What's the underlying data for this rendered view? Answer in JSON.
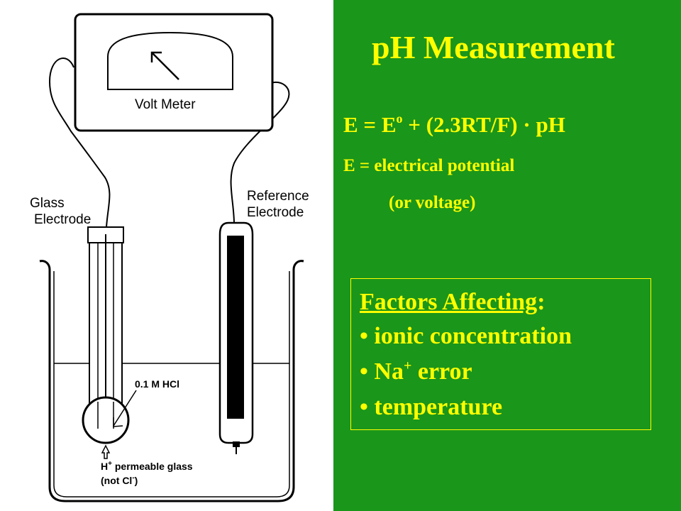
{
  "diagram": {
    "meter_label": "Volt Meter",
    "glass_label_1": "Glass",
    "glass_label_2": "Electrode",
    "ref_label_1": "Reference",
    "ref_label_2": "Electrode",
    "hcl_label": "0.1 M HCl",
    "h_label": "H",
    "h_sup": "+",
    "permeable_label": " permeable glass",
    "not_label": "(not Cl",
    "not_sup": "-",
    "not_close": ")"
  },
  "panel": {
    "title": "pH Measurement",
    "equation": {
      "part1": "E = E",
      "sup": "o",
      "part2": " + (2.3RT/F) · pH"
    },
    "definition_line1": "E = electrical potential",
    "definition_line2": "(or voltage)",
    "factors": {
      "title": "Factors Affecting",
      "colon": ":",
      "item1": "• ionic concentration",
      "item2_prefix": "• Na",
      "item2_sup": "+",
      "item2_suffix": " error",
      "item3": "• temperature"
    }
  },
  "colors": {
    "panel_background": "#1a961a",
    "text": "#ffff00"
  }
}
